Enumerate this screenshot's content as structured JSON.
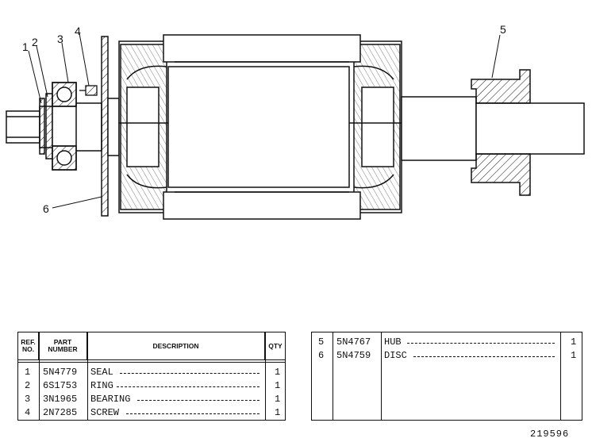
{
  "callouts": [
    "1",
    "2",
    "3",
    "4",
    "5",
    "6"
  ],
  "table_headers": {
    "ref_no": "REF. NO.",
    "part_number": "PART NUMBER",
    "description": "DESCRIPTION",
    "qty": "QTY"
  },
  "parts_left": [
    {
      "ref": "1",
      "part": "5N4779",
      "desc": "SEAL",
      "qty": "1"
    },
    {
      "ref": "2",
      "part": "6S1753",
      "desc": "RING",
      "qty": "1"
    },
    {
      "ref": "3",
      "part": "3N1965",
      "desc": "BEARING",
      "qty": "1"
    },
    {
      "ref": "4",
      "part": "2N7285",
      "desc": "SCREW",
      "qty": "1"
    }
  ],
  "parts_right": [
    {
      "ref": "5",
      "part": "5N4767",
      "desc": "HUB",
      "qty": "1"
    },
    {
      "ref": "6",
      "part": "5N4759",
      "desc": "DISC",
      "qty": "1"
    }
  ],
  "drawing_number": "219596"
}
